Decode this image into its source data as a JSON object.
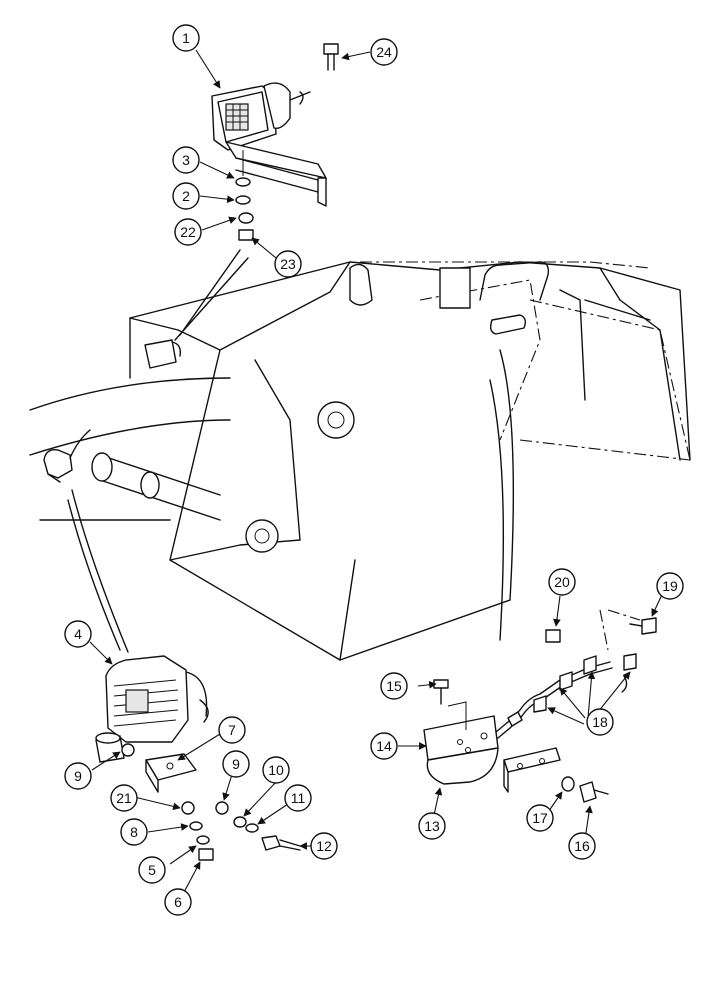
{
  "callouts": [
    {
      "id": "c1",
      "label": "1"
    },
    {
      "id": "c2",
      "label": "2"
    },
    {
      "id": "c3",
      "label": "3"
    },
    {
      "id": "c4",
      "label": "4"
    },
    {
      "id": "c5",
      "label": "5"
    },
    {
      "id": "c6",
      "label": "6"
    },
    {
      "id": "c7",
      "label": "7"
    },
    {
      "id": "c8",
      "label": "8"
    },
    {
      "id": "c9a",
      "label": "9"
    },
    {
      "id": "c9b",
      "label": "9"
    },
    {
      "id": "c10",
      "label": "10"
    },
    {
      "id": "c11",
      "label": "11"
    },
    {
      "id": "c12",
      "label": "12"
    },
    {
      "id": "c13",
      "label": "13"
    },
    {
      "id": "c14",
      "label": "14"
    },
    {
      "id": "c15",
      "label": "15"
    },
    {
      "id": "c16",
      "label": "16"
    },
    {
      "id": "c17",
      "label": "17"
    },
    {
      "id": "c18",
      "label": "18"
    },
    {
      "id": "c19",
      "label": "19"
    },
    {
      "id": "c20",
      "label": "20"
    },
    {
      "id": "c21",
      "label": "21"
    },
    {
      "id": "c22",
      "label": "22"
    },
    {
      "id": "c23",
      "label": "23"
    },
    {
      "id": "c24",
      "label": "24"
    }
  ]
}
